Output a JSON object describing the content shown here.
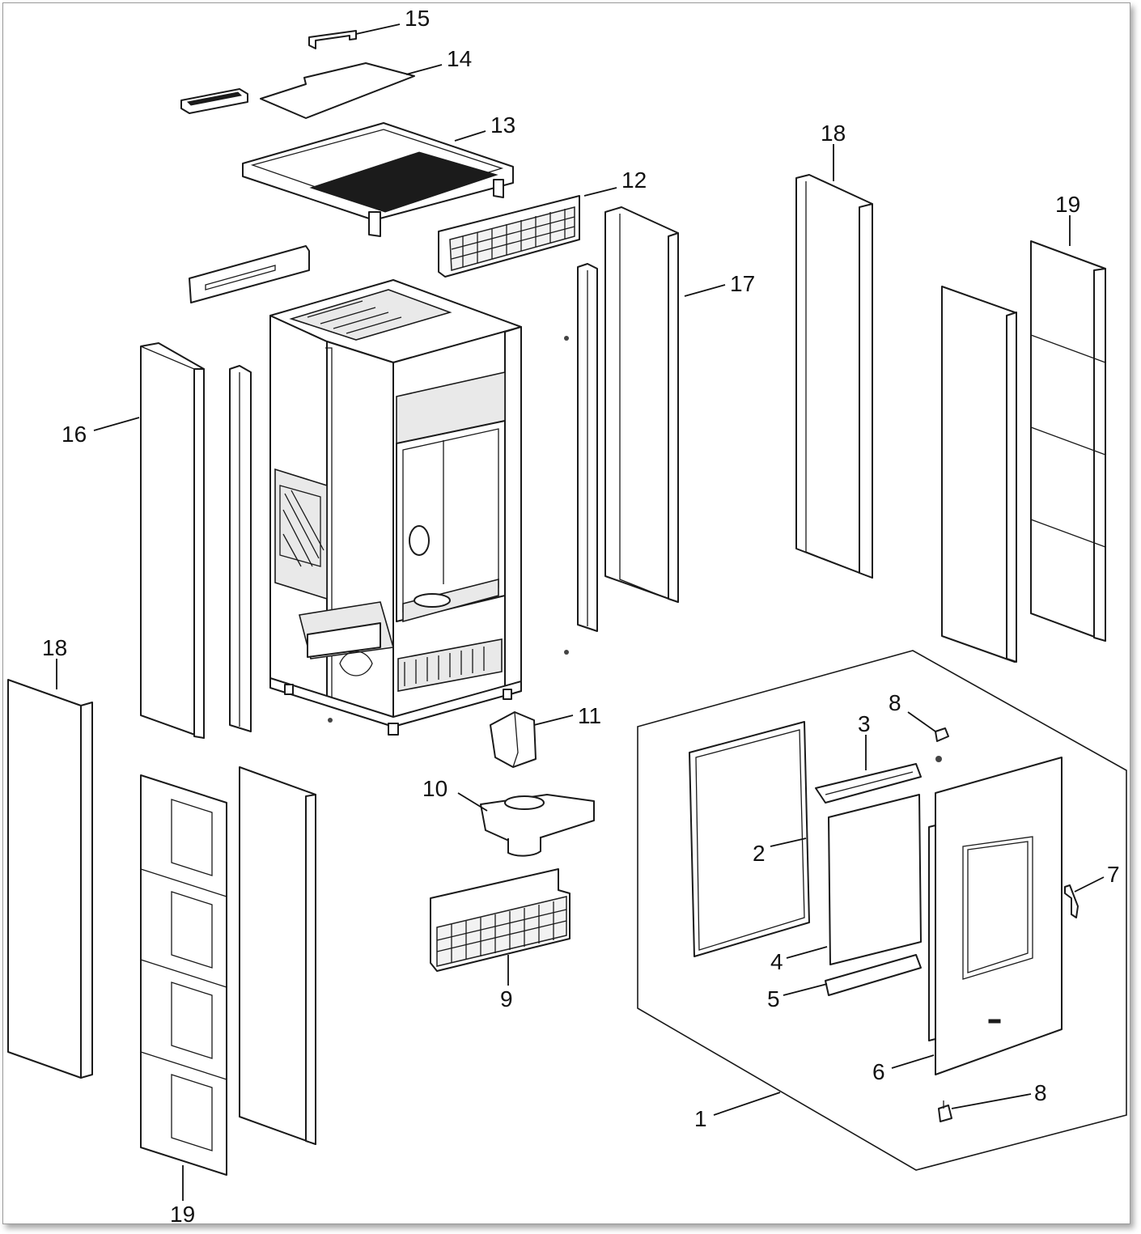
{
  "diagram": {
    "callouts": [
      {
        "key": "c15",
        "label": "15"
      },
      {
        "key": "c14",
        "label": "14"
      },
      {
        "key": "c13",
        "label": "13"
      },
      {
        "key": "c12",
        "label": "12"
      },
      {
        "key": "c17",
        "label": "17"
      },
      {
        "key": "c18a",
        "label": "18"
      },
      {
        "key": "c19a",
        "label": "19"
      },
      {
        "key": "c16",
        "label": "16"
      },
      {
        "key": "c18b",
        "label": "18"
      },
      {
        "key": "c11",
        "label": "11"
      },
      {
        "key": "c10",
        "label": "10"
      },
      {
        "key": "c9",
        "label": "9"
      },
      {
        "key": "c19b",
        "label": "19"
      },
      {
        "key": "c8a",
        "label": "8"
      },
      {
        "key": "c3",
        "label": "3"
      },
      {
        "key": "c2",
        "label": "2"
      },
      {
        "key": "c7",
        "label": "7"
      },
      {
        "key": "c4",
        "label": "4"
      },
      {
        "key": "c5",
        "label": "5"
      },
      {
        "key": "c6",
        "label": "6"
      },
      {
        "key": "c8b",
        "label": "8"
      },
      {
        "key": "c1",
        "label": "1"
      }
    ]
  }
}
